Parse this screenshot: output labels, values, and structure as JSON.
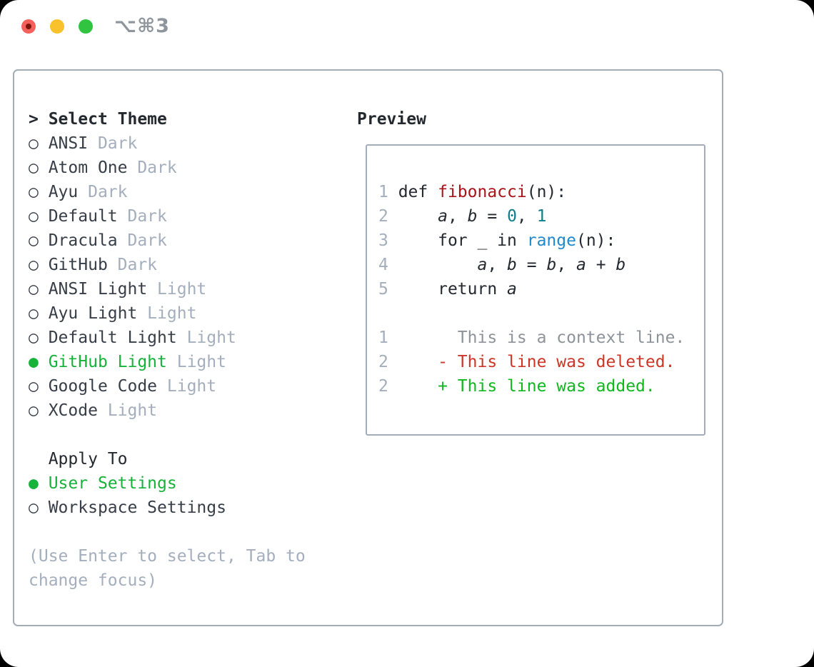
{
  "window": {
    "shortcut": "⌥⌘3",
    "traffic_lights": [
      "close",
      "minimize",
      "zoom"
    ]
  },
  "icons": {
    "caret": ">",
    "radio_unselected": "○",
    "radio_selected": "●"
  },
  "theme_picker": {
    "header_prefix": "> ",
    "header": "Select Theme",
    "items": [
      {
        "label": "ANSI",
        "badge": "Dark",
        "selected": false
      },
      {
        "label": "Atom One",
        "badge": "Dark",
        "selected": false
      },
      {
        "label": "Ayu",
        "badge": "Dark",
        "selected": false
      },
      {
        "label": "Default",
        "badge": "Dark",
        "selected": false
      },
      {
        "label": "Dracula",
        "badge": "Dark",
        "selected": false
      },
      {
        "label": "GitHub",
        "badge": "Dark",
        "selected": false
      },
      {
        "label": "ANSI Light",
        "badge": "Light",
        "selected": false
      },
      {
        "label": "Ayu Light",
        "badge": "Light",
        "selected": false
      },
      {
        "label": "Default Light",
        "badge": "Light",
        "selected": false
      },
      {
        "label": "GitHub Light",
        "badge": "Light",
        "selected": true
      },
      {
        "label": "Google Code",
        "badge": "Light",
        "selected": false
      },
      {
        "label": "XCode",
        "badge": "Light",
        "selected": false
      }
    ]
  },
  "apply_to": {
    "header": "Apply To",
    "items": [
      {
        "label": "User Settings",
        "selected": true
      },
      {
        "label": "Workspace Settings",
        "selected": false
      }
    ]
  },
  "help_text": "(Use Enter to select, Tab to change focus)",
  "preview": {
    "header": "Preview",
    "lines": [
      {
        "num": "1",
        "name": "code-line",
        "tokens": [
          [
            "plain",
            "def "
          ],
          [
            "func",
            "fibonacci"
          ],
          [
            "plain",
            "(n):"
          ]
        ]
      },
      {
        "num": "2",
        "name": "code-line",
        "tokens": [
          [
            "plain",
            "    "
          ],
          [
            "var",
            "a"
          ],
          [
            "plain",
            ", "
          ],
          [
            "var",
            "b"
          ],
          [
            "plain",
            " = "
          ],
          [
            "num",
            "0"
          ],
          [
            "plain",
            ", "
          ],
          [
            "num",
            "1"
          ]
        ]
      },
      {
        "num": "3",
        "name": "code-line",
        "tokens": [
          [
            "plain",
            "    for _ in "
          ],
          [
            "call",
            "range"
          ],
          [
            "plain",
            "(n):"
          ]
        ]
      },
      {
        "num": "4",
        "name": "code-line",
        "tokens": [
          [
            "plain",
            "        "
          ],
          [
            "var",
            "a"
          ],
          [
            "plain",
            ", "
          ],
          [
            "var",
            "b"
          ],
          [
            "plain",
            " = "
          ],
          [
            "var",
            "b"
          ],
          [
            "plain",
            ", "
          ],
          [
            "var",
            "a"
          ],
          [
            "plain",
            " + "
          ],
          [
            "var",
            "b"
          ]
        ]
      },
      {
        "num": "5",
        "name": "code-line",
        "tokens": [
          [
            "plain",
            "    return "
          ],
          [
            "var",
            "a"
          ]
        ]
      },
      {
        "num": " ",
        "name": "blank-line",
        "tokens": []
      },
      {
        "num": "1",
        "name": "diff-context-line",
        "tokens": [
          [
            "ctx",
            "      This is a context line."
          ]
        ]
      },
      {
        "num": "2",
        "name": "diff-deleted-line",
        "tokens": [
          [
            "del",
            "    - This line was deleted."
          ]
        ]
      },
      {
        "num": "2",
        "name": "diff-added-line",
        "tokens": [
          [
            "add",
            "    + This line was added."
          ]
        ]
      }
    ]
  },
  "colors": {
    "window_bg": "#ffffff",
    "backdrop": "#000000",
    "border": "#a3adb8",
    "text_dark": "#24292f",
    "name": "#373e47",
    "badge": "#a4aebc",
    "help": "#a4aebc",
    "line_number": "#a4aebc",
    "green": "#17b23a",
    "add_green": "#10b71f",
    "del_red": "#cc3627",
    "func_red": "#a81419",
    "num_teal": "#0e7e8a",
    "call_blue": "#2189cc",
    "ctx_gray": "#8d9399",
    "title_gray": "#8e959c",
    "light_red": "#f4605a",
    "light_red_dot": "#7b150e",
    "light_yellow": "#f9c22d",
    "light_green": "#30c440"
  }
}
